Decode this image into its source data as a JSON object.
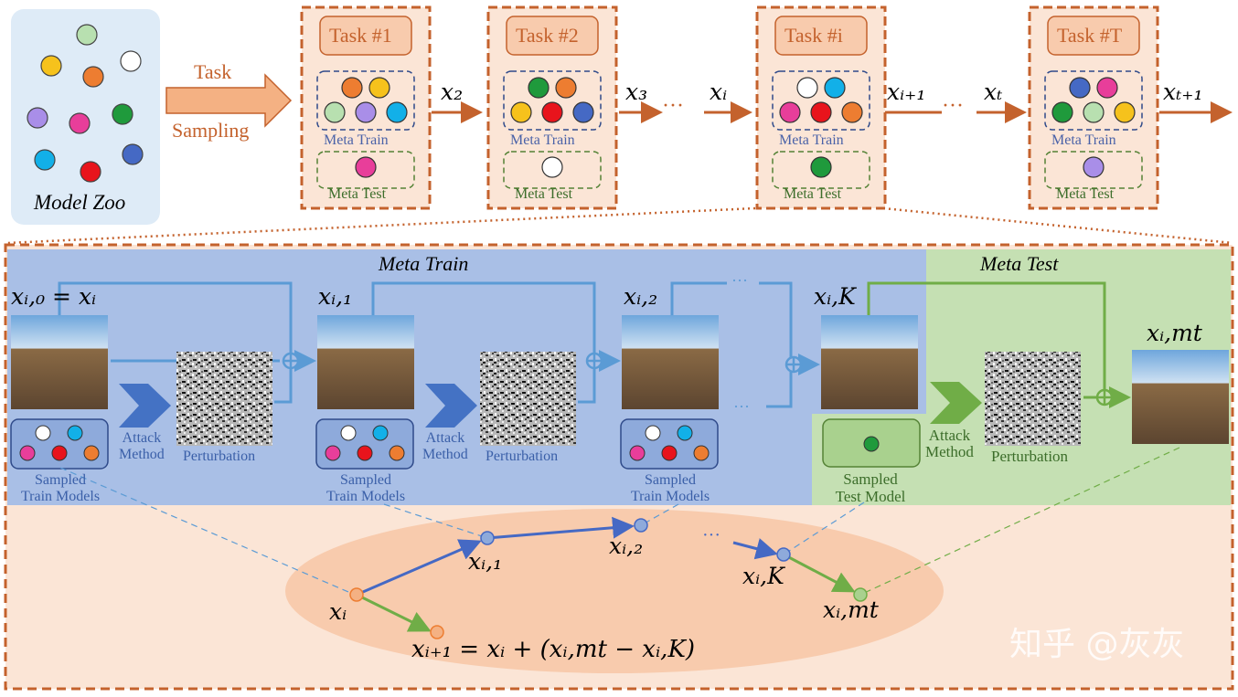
{
  "model_zoo": {
    "label": "Model Zoo",
    "colors": [
      "#b8e0b0",
      "#f6c21c",
      "#ed7d31",
      "#ffffff",
      "#a98ee8",
      "#e83e9a",
      "#1f9a3c",
      "#12b0e8",
      "#e8141c",
      "#4569c4"
    ]
  },
  "sampling": {
    "line1": "Task",
    "line2": "Sampling"
  },
  "tasks": [
    {
      "title": "Task #1",
      "meta_train": "Meta Train",
      "meta_test": "Meta Test",
      "train_colors": [
        "#ed7d31",
        "#f6c21c",
        "#b8e0b0",
        "#a98ee8",
        "#12b0e8"
      ],
      "test_color": "#e83e9a"
    },
    {
      "title": "Task #2",
      "meta_train": "Meta Train",
      "meta_test": "Meta Test",
      "train_colors": [
        "#1f9a3c",
        "#ed7d31",
        "#f6c21c",
        "#e8141c",
        "#4569c4"
      ],
      "test_color": "#ffffff"
    },
    {
      "title": "Task #i",
      "meta_train": "Meta Train",
      "meta_test": "Meta Test",
      "train_colors": [
        "#ffffff",
        "#12b0e8",
        "#e83e9a",
        "#e8141c",
        "#ed7d31"
      ],
      "test_color": "#1f9a3c"
    },
    {
      "title": "Task #T",
      "meta_train": "Meta Train",
      "meta_test": "Meta Test",
      "train_colors": [
        "#4569c4",
        "#e83e9a",
        "#1f9a3c",
        "#b8e0b0",
        "#f6c21c"
      ],
      "test_color": "#a98ee8"
    }
  ],
  "chain": {
    "x2": "x₂",
    "x3": "x₃",
    "xi": "xᵢ",
    "xi1": "xᵢ₊₁",
    "xT": "xₜ",
    "xT1": "xₜ₊₁",
    "dots": "···"
  },
  "detail": {
    "meta_train_title": "Meta Train",
    "meta_test_title": "Meta Test",
    "x_i0": "xᵢ,₀ = xᵢ",
    "x_i1": "xᵢ,₁",
    "x_i2": "xᵢ,₂",
    "x_iK": "xᵢ,K",
    "x_imt": "xᵢ,mt",
    "attack_line1": "Attack",
    "attack_line2": "Method",
    "perturbation": "Perturbation",
    "sampled_train_1": "Sampled",
    "sampled_train_2": "Train Models",
    "sampled_test_1": "Sampled",
    "sampled_test_2": "Test Model",
    "train_model_colors": [
      "#ffffff",
      "#12b0e8",
      "#e83e9a",
      "#e8141c",
      "#ed7d31"
    ],
    "test_model_color": "#1f9a3c",
    "dots": "···"
  },
  "trajectory": {
    "xi": "xᵢ",
    "xi1": "xᵢ,₁",
    "xi2": "xᵢ,₂",
    "xiK": "xᵢ,K",
    "ximt": "xᵢ,mt",
    "update_eq": "xᵢ₊₁ = xᵢ + (xᵢ,mt − xᵢ,K)",
    "dots": "···"
  },
  "watermark": "知乎 @灰灰",
  "colors": {
    "orange": "#c4622d",
    "blue_region": "#a9bfe6",
    "green_region": "#c5e0b3",
    "peach": "#fbe5d6",
    "blue_line": "#5b9bd5",
    "green_line": "#70ad47"
  }
}
